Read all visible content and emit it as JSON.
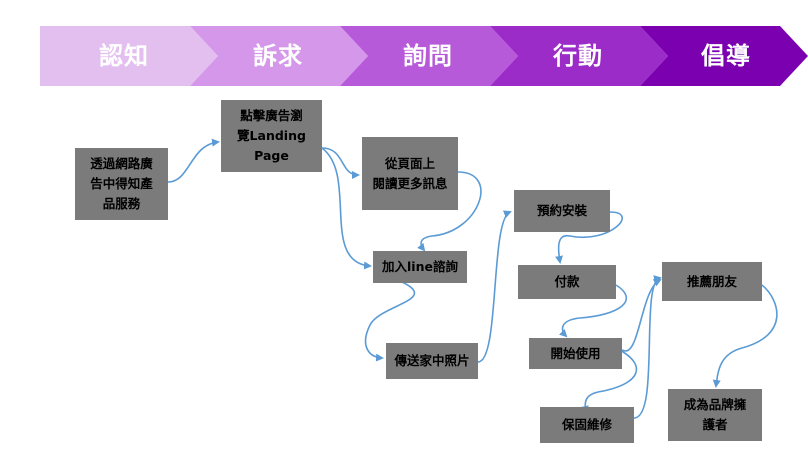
{
  "stages": [
    {
      "label": "認知",
      "color": "#e3bff0"
    },
    {
      "label": "訴求",
      "color": "#d597ea"
    },
    {
      "label": "詢問",
      "color": "#b75ad9"
    },
    {
      "label": "行動",
      "color": "#9c2cc8"
    },
    {
      "label": "倡導",
      "color": "#7a00b0"
    }
  ],
  "nodes": {
    "awareness_channels": "透過網路廣\n告中得知產\n品服務",
    "click_ad": "點擊廣告瀏\n覽Landing\nPage",
    "read_more": "從頁面上\n閱讀更多訊息",
    "line_inquiry": "加入line諮詢",
    "send_photos": "傳送家中照片",
    "book_install": "預約安裝",
    "pay": "付款",
    "start_use": "開始使用",
    "warranty": "保固維修",
    "recommend": "推薦朋友",
    "brand_advocate": "成為品牌擁\n護者"
  },
  "colors": {
    "node_fill": "#7b7b7b",
    "connector": "#5b9bd5"
  }
}
